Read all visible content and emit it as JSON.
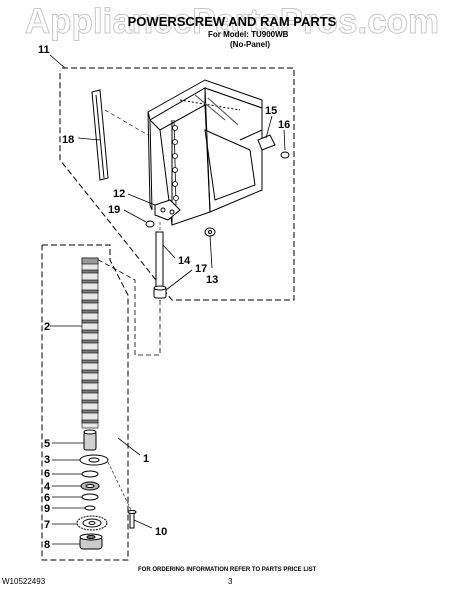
{
  "watermark": "AppliancePartsPros.com",
  "header": {
    "title": "POWERSCREW AND RAM PARTS",
    "model_line": "For Model: TU900WB",
    "variant": "(No-Panel)"
  },
  "callouts": {
    "c1": "1",
    "c2": "2",
    "c3": "3",
    "c4": "4",
    "c5": "5",
    "c6a": "6",
    "c6b": "6",
    "c7": "7",
    "c8": "8",
    "c9": "9",
    "c10": "10",
    "c11": "11",
    "c12": "12",
    "c13": "13",
    "c14": "14",
    "c15": "15",
    "c16": "16",
    "c17": "17",
    "c18": "18",
    "c19": "19"
  },
  "footer": {
    "note": "FOR ORDERING INFORMATION REFER TO PARTS PRICE LIST",
    "doc_number": "W10522493",
    "page": "3"
  }
}
